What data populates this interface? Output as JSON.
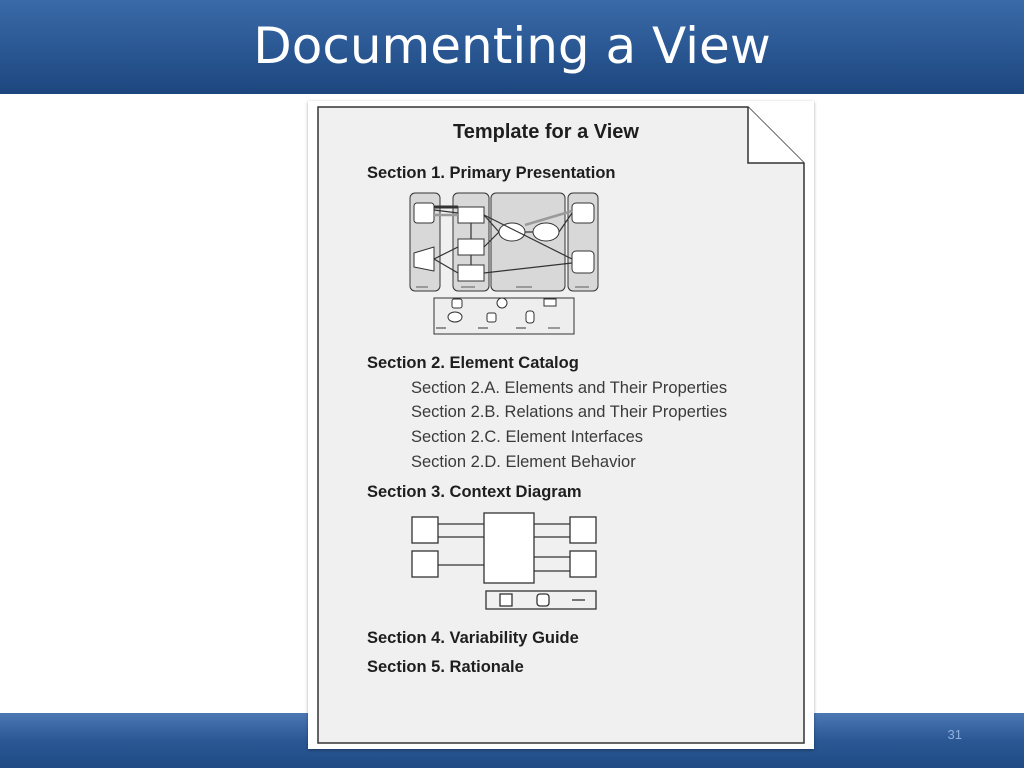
{
  "slide": {
    "title": "Documenting a View",
    "number": "31"
  },
  "document": {
    "title": "Template for a View",
    "section1": "Section 1. Primary Presentation",
    "section2": "Section 2. Element Catalog",
    "subsections": [
      "Section 2.A. Elements and Their Properties",
      "Section 2.B. Relations and Their Properties",
      "Section 2.C. Element Interfaces",
      "Section 2.D. Element Behavior"
    ],
    "section3": "Section 3. Context Diagram",
    "section4": "Section 4. Variability Guide",
    "section5": "Section 5. Rationale"
  },
  "colors": {
    "header": "#2c5a96",
    "footer": "#2b5894",
    "paper": "#f0f0f0"
  }
}
